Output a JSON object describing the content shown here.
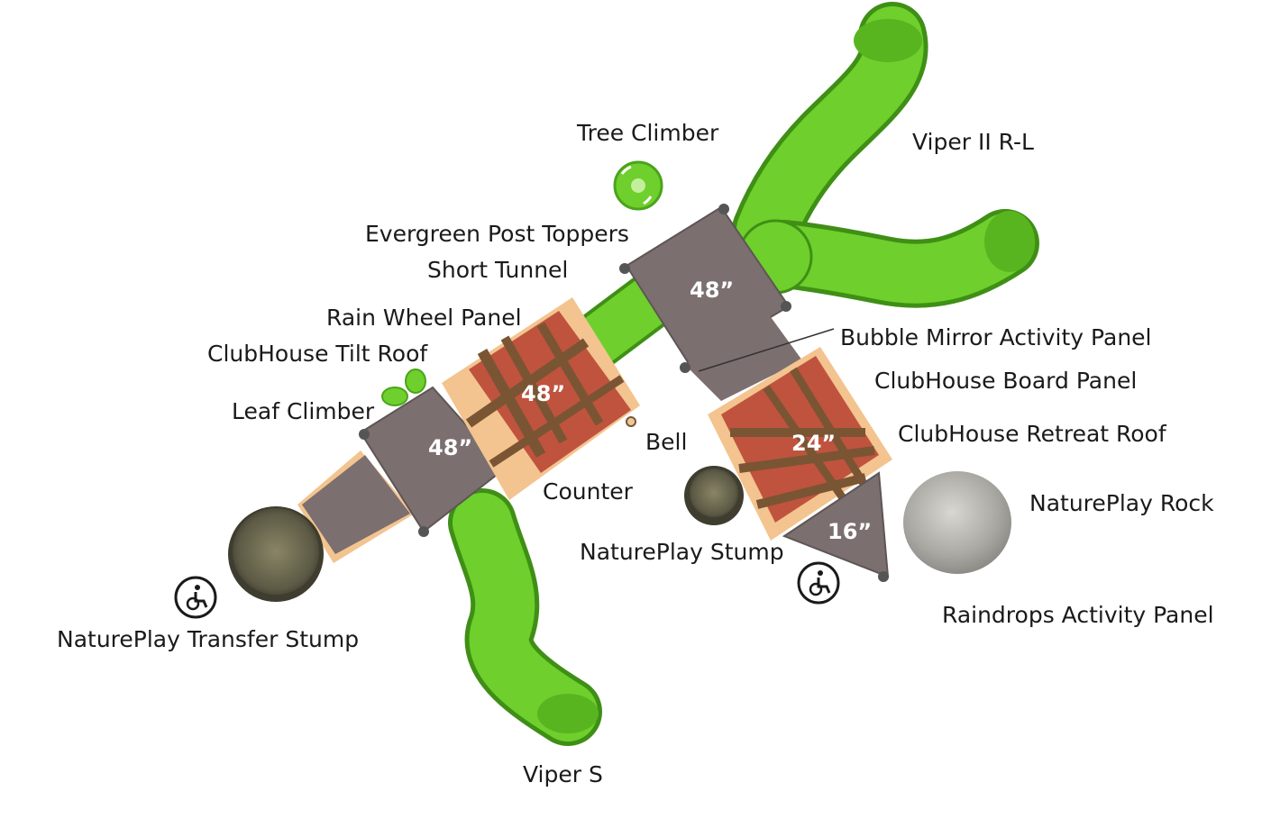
{
  "labels": {
    "tree_climber": "Tree Climber",
    "viper_2": "Viper II R-L",
    "evergreen_post_toppers": "Evergreen Post Toppers",
    "short_tunnel": "Short Tunnel",
    "rain_wheel_panel": "Rain Wheel Panel",
    "clubhouse_tilt_roof": "ClubHouse Tilt Roof",
    "leaf_climber": "Leaf Climber",
    "bell": "Bell",
    "counter": "Counter",
    "bubble_mirror_panel": "Bubble Mirror Activity Panel",
    "clubhouse_board_panel": "ClubHouse Board Panel",
    "clubhouse_retreat_roof": "ClubHouse Retreat Roof",
    "natureplay_rock": "NaturePlay Rock",
    "natureplay_stump": "NaturePlay Stump",
    "raindrops_panel": "Raindrops Activity Panel",
    "transfer_stump": "NaturePlay Transfer Stump",
    "viper_s": "Viper S"
  },
  "decks": {
    "deck_top": "48”",
    "deck_mid": "48”",
    "deck_left": "48”",
    "deck_right": "24”",
    "deck_ramp": "16”"
  },
  "icons": {
    "accessibility": "wheelchair-icon"
  },
  "colors": {
    "slide_green": "#6fcf2c",
    "deck_gray": "#7b6f6f",
    "roof_red": "#c0533e",
    "roof_tan": "#f3c48f",
    "wood_brown": "#7a5534",
    "rock_gray": "#a9a8a3"
  }
}
